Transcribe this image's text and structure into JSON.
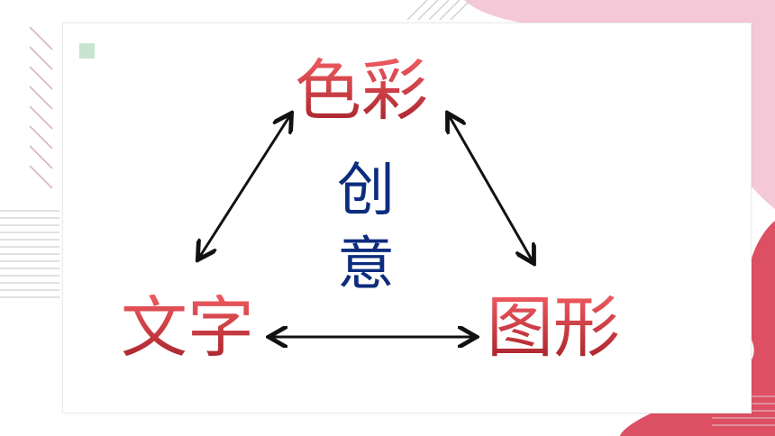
{
  "slide": {
    "terms": {
      "color": "色彩",
      "text": "文字",
      "shape": "图形"
    },
    "center": {
      "line1": "创",
      "line2": "意"
    }
  },
  "colors": {
    "term_top": "#ee5a5f",
    "term_bottom": "#a8242c",
    "center_text": "#0d2c7e",
    "arrow": "#111111",
    "accent_square": "#c9e4cf",
    "pink_shape": "#f4c8d6",
    "red_shape": "#dd4f63",
    "stripe": "#d8b7be"
  },
  "icons": {
    "arrows": "double-headed-arrow"
  }
}
